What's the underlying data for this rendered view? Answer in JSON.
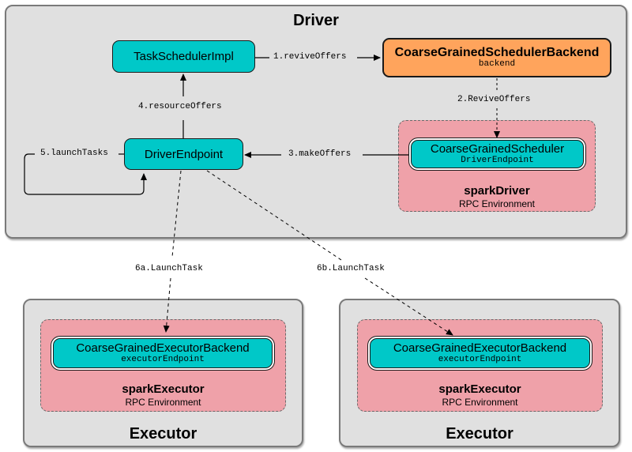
{
  "containers": {
    "driver": {
      "title": "Driver"
    },
    "executor_a": {
      "title": "Executor"
    },
    "executor_b": {
      "title": "Executor"
    }
  },
  "rpc_envs": {
    "spark_driver": {
      "name": "sparkDriver",
      "subtitle": "RPC Environment"
    },
    "spark_executor_a": {
      "name": "sparkExecutor",
      "subtitle": "RPC Environment"
    },
    "spark_executor_b": {
      "name": "sparkExecutor",
      "subtitle": "RPC Environment"
    }
  },
  "nodes": {
    "task_scheduler_impl": {
      "title": "TaskSchedulerImpl",
      "color": "#00c8c8"
    },
    "coarse_grained_scheduler_backend": {
      "title": "CoarseGrainedSchedulerBackend",
      "subtitle": "backend",
      "color": "#ffa45c"
    },
    "driver_endpoint": {
      "title": "DriverEndpoint",
      "color": "#00c8c8"
    },
    "coarse_grained_scheduler": {
      "title": "CoarseGrainedScheduler",
      "subtitle": "DriverEndpoint",
      "color": "#00c8c8"
    },
    "executor_backend_a": {
      "title": "CoarseGrainedExecutorBackend",
      "subtitle": "executorEndpoint",
      "color": "#00c8c8"
    },
    "executor_backend_b": {
      "title": "CoarseGrainedExecutorBackend",
      "subtitle": "executorEndpoint",
      "color": "#00c8c8"
    }
  },
  "edges": [
    {
      "id": "revive-offers",
      "label": "1.reviveOffers",
      "from": "TaskSchedulerImpl",
      "to": "CoarseGrainedSchedulerBackend",
      "style": "solid"
    },
    {
      "id": "revive-offers-msg",
      "label": "2.ReviveOffers",
      "from": "CoarseGrainedSchedulerBackend",
      "to": "CoarseGrainedScheduler",
      "style": "dashed"
    },
    {
      "id": "make-offers",
      "label": "3.makeOffers",
      "from": "CoarseGrainedScheduler",
      "to": "DriverEndpoint",
      "style": "solid"
    },
    {
      "id": "resource-offers",
      "label": "4.resourceOffers",
      "from": "DriverEndpoint",
      "to": "TaskSchedulerImpl",
      "style": "solid"
    },
    {
      "id": "launch-tasks",
      "label": "5.launchTasks",
      "from": "DriverEndpoint",
      "to": "DriverEndpoint",
      "style": "solid"
    },
    {
      "id": "launch-task-a",
      "label": "6a.LaunchTask",
      "from": "DriverEndpoint",
      "to": "CoarseGrainedExecutorBackend (A)",
      "style": "dashed"
    },
    {
      "id": "launch-task-b",
      "label": "6b.LaunchTask",
      "from": "DriverEndpoint",
      "to": "CoarseGrainedExecutorBackend (B)",
      "style": "dashed"
    }
  ]
}
